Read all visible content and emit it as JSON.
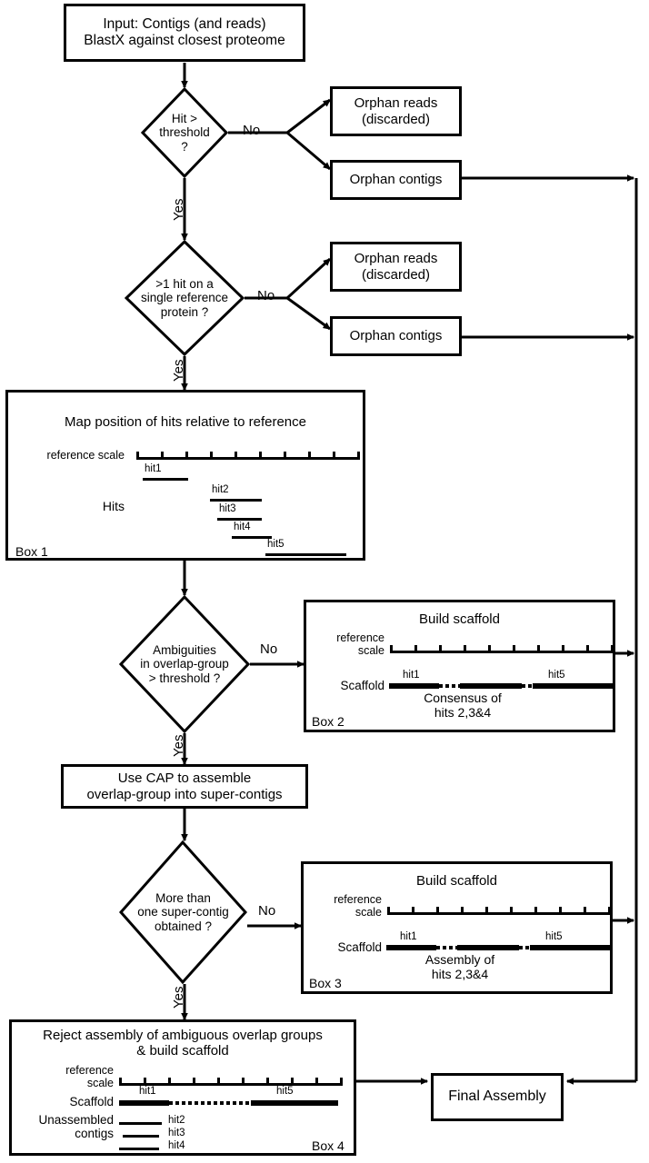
{
  "diagram": {
    "title": "Scaffolding pipeline flowchart",
    "nodes": {
      "input": "Input: Contigs (and reads)\nBlastX against closest proteome",
      "input_line1": "Input: Contigs (and reads)",
      "input_line2": "BlastX against closest proteome",
      "d1_line1": "Hit >",
      "d1_line2": "threshold",
      "d1_line3": "?",
      "d2_line1": ">1 hit on a",
      "d2_line2": "single reference",
      "d2_line3": "protein ?",
      "d3_line1": "Ambiguities",
      "d3_line2": "in overlap-group",
      "d3_line3": "> threshold ?",
      "d4_line1": "More than",
      "d4_line2": "one super-contig",
      "d4_line3": "obtained ?",
      "orphan_reads_1_line1": "Orphan reads",
      "orphan_reads_1_line2": "(discarded)",
      "orphan_contigs_1": "Orphan contigs",
      "orphan_reads_2_line1": "Orphan reads",
      "orphan_reads_2_line2": "(discarded)",
      "orphan_contigs_2": "Orphan contigs",
      "cap_line1": "Use CAP to assemble",
      "cap_line2": "overlap-group into super-contigs",
      "final_assembly": "Final Assembly"
    },
    "edge_labels": {
      "no1": "No",
      "no2": "No",
      "no3": "No",
      "no4": "No",
      "yes1": "Yes",
      "yes2": "Yes",
      "yes3": "Yes",
      "yes4": "Yes"
    },
    "box1": {
      "tag": "Box 1",
      "title": "Map position of hits relative to reference",
      "scale_label": "reference scale",
      "hits_label": "Hits",
      "ticks": 10,
      "hits": [
        {
          "name": "hit1",
          "start": 0.03,
          "end": 0.23
        },
        {
          "name": "hit2",
          "start": 0.33,
          "end": 0.56
        },
        {
          "name": "hit3",
          "start": 0.38,
          "end": 0.56
        },
        {
          "name": "hit4",
          "start": 0.44,
          "end": 0.62
        },
        {
          "name": "hit5",
          "start": 0.58,
          "end": 0.94
        }
      ]
    },
    "box2": {
      "tag": "Box 2",
      "title": "Build scaffold",
      "scale_label_line1": "reference",
      "scale_label_line2": "scale",
      "scaffold_label": "Scaffold",
      "ticks": 10,
      "left_hit": "hit1",
      "right_hit": "hit5",
      "caption_line1": "Consensus of",
      "caption_line2": "hits 2,3&4"
    },
    "box3": {
      "tag": "Box 3",
      "title": "Build scaffold",
      "scale_label_line1": "reference",
      "scale_label_line2": "scale",
      "scaffold_label": "Scaffold",
      "ticks": 10,
      "left_hit": "hit1",
      "right_hit": "hit5",
      "caption_line1": "Assembly of",
      "caption_line2": "hits 2,3&4"
    },
    "box4": {
      "tag": "Box 4",
      "title_line1": "Reject assembly of ambiguous overlap groups",
      "title_line2": "& build scaffold",
      "scale_label_line1": "reference",
      "scale_label_line2": "scale",
      "scaffold_label": "Scaffold",
      "unassembled_line1": "Unassembled",
      "unassembled_line2": "contigs",
      "ticks": 10,
      "left_hit": "hit1",
      "right_hit": "hit5",
      "unassembled_hits": [
        "hit2",
        "hit3",
        "hit4"
      ]
    },
    "colors": {
      "stroke": "#000000",
      "background": "#ffffff"
    }
  }
}
